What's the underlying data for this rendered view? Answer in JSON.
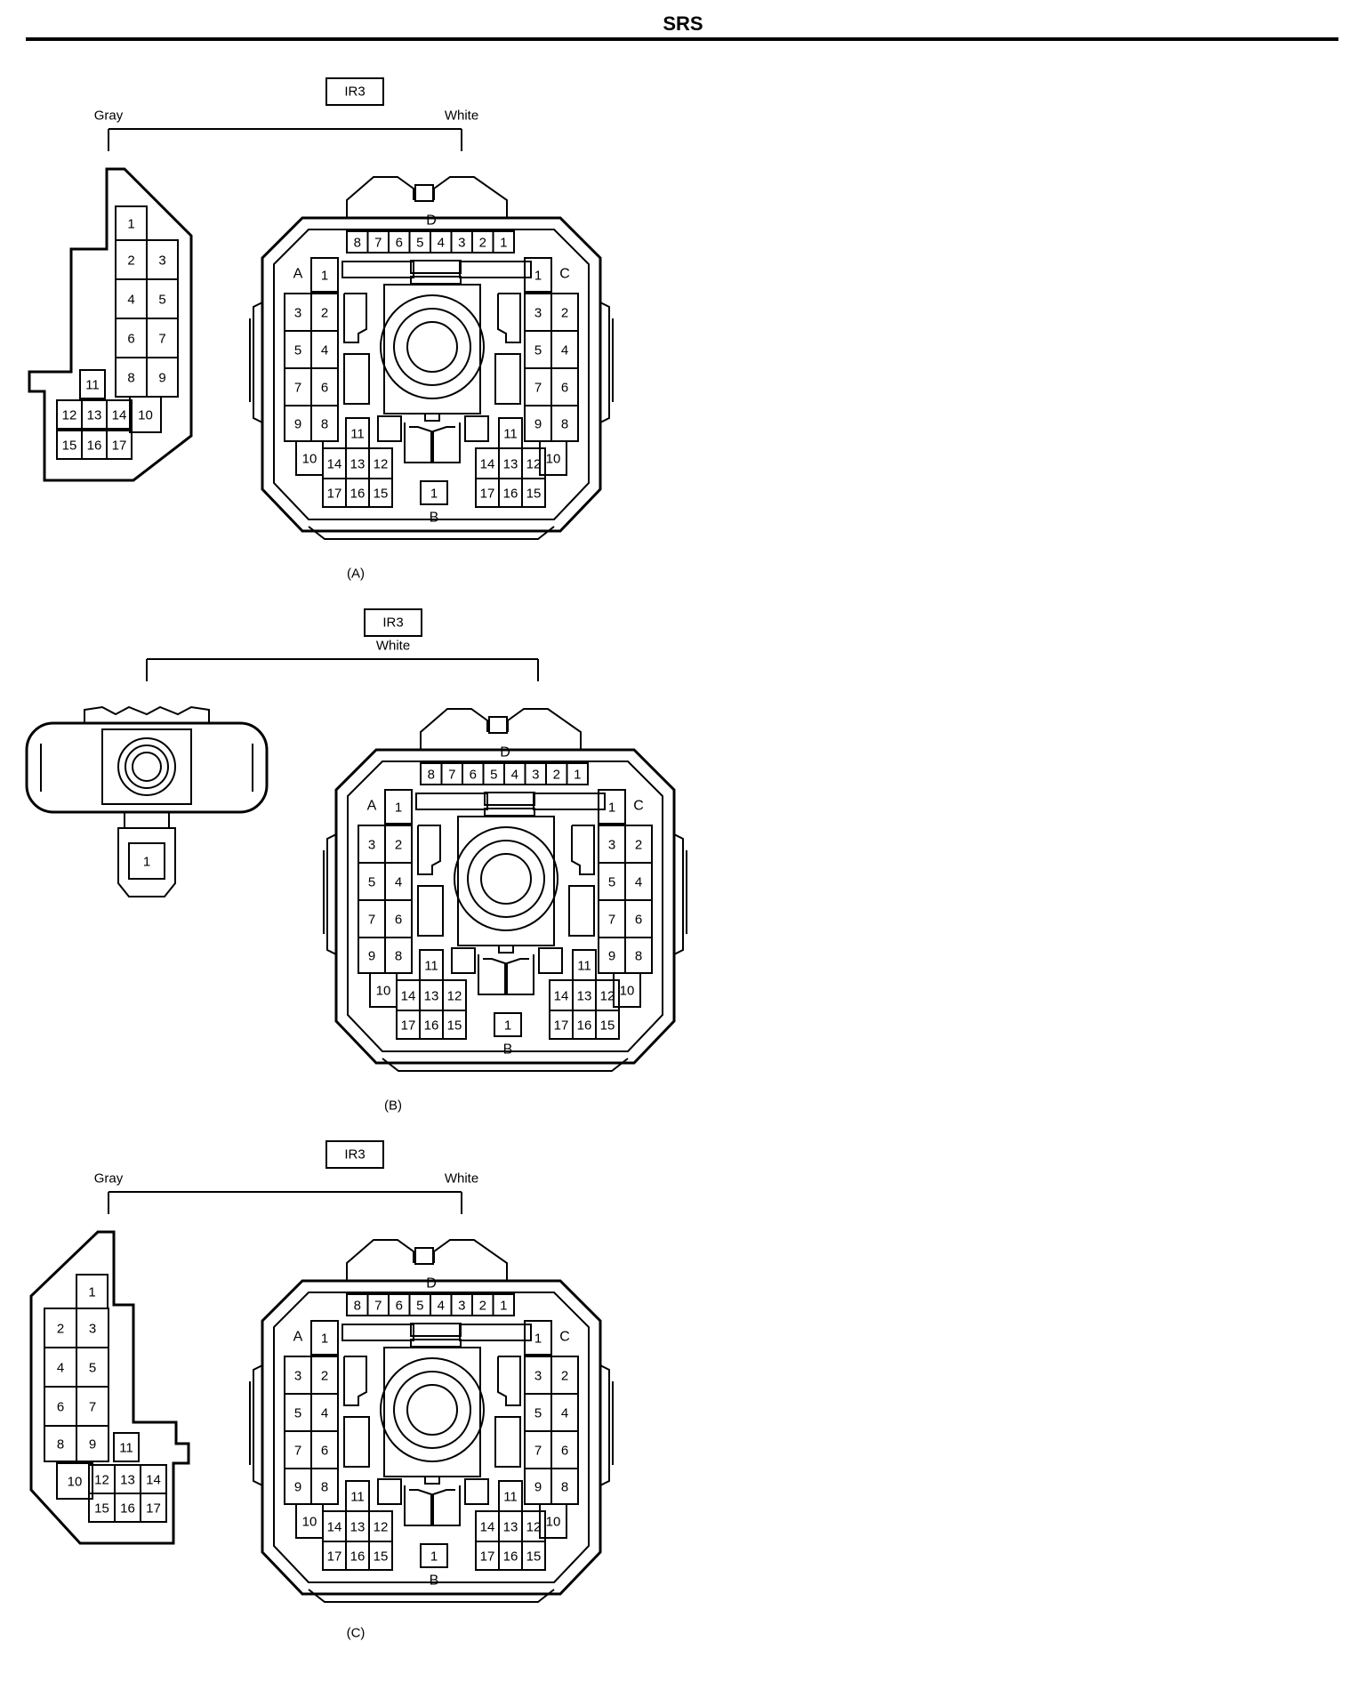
{
  "header": {
    "title": "SRS"
  },
  "connector_code": "IR3",
  "diagrams": [
    {
      "variant": "left-gray",
      "ir_label": "IR3",
      "color_left": "Gray",
      "color_right": "White",
      "caption": "(A)"
    },
    {
      "variant": "round",
      "ir_label": "IR3",
      "color_left": "",
      "color_right": "White",
      "caption": "(B)"
    },
    {
      "variant": "left-gray-alt",
      "ir_label": "IR3",
      "color_left": "Gray",
      "color_right": "White",
      "caption": "(C)"
    }
  ],
  "main_connector": {
    "section_d": {
      "label": "D",
      "pins": [
        "8",
        "7",
        "6",
        "5",
        "4",
        "3",
        "2",
        "1"
      ]
    },
    "section_a": {
      "label": "A",
      "pins": [
        "1",
        "3",
        "2",
        "5",
        "4",
        "7",
        "6",
        "9",
        "8",
        "10"
      ]
    },
    "section_c": {
      "label": "C",
      "pins": [
        "1",
        "3",
        "2",
        "5",
        "4",
        "7",
        "6",
        "9",
        "8",
        "10"
      ]
    },
    "section_b": {
      "label": "B",
      "pins": [
        "1"
      ]
    },
    "lower_block_pins": [
      "11",
      "14",
      "13",
      "12",
      "17",
      "16",
      "15"
    ]
  },
  "gray_connector_pins": [
    "1",
    "2",
    "3",
    "4",
    "5",
    "6",
    "7",
    "8",
    "9",
    "10",
    "11",
    "12",
    "13",
    "14",
    "15",
    "16",
    "17"
  ],
  "round_connector_pins": [
    "1"
  ]
}
